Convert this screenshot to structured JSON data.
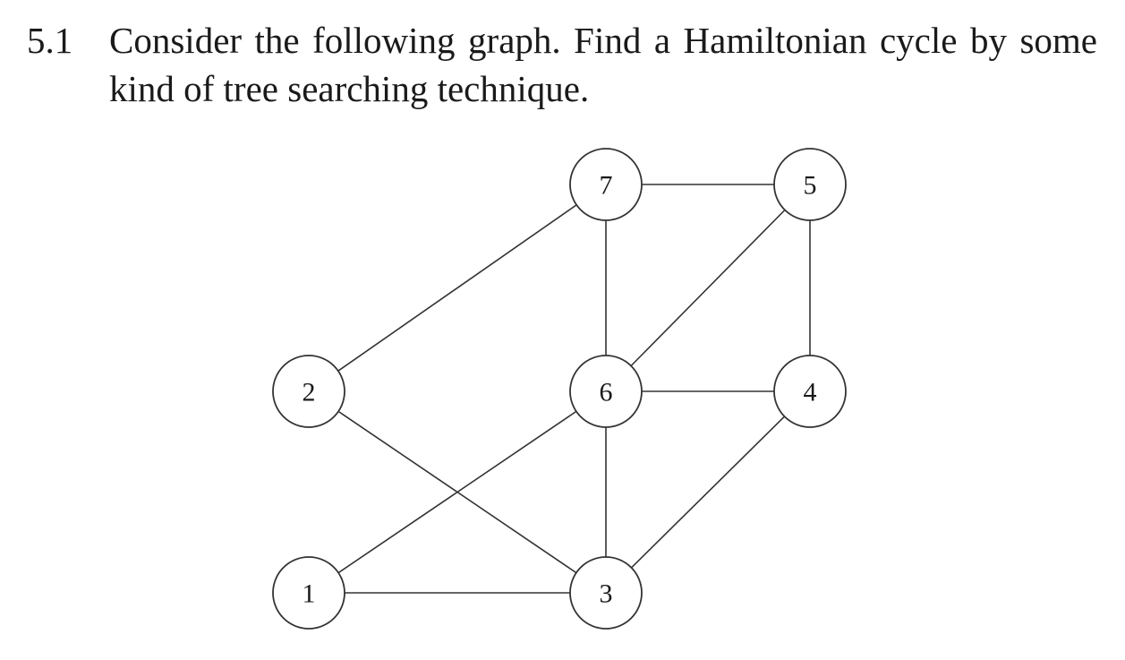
{
  "problem": {
    "number": "5.1",
    "text": "Consider the following graph. Find a Hamiltonian cycle by some kind of tree searching technique."
  },
  "graph": {
    "nodes": [
      {
        "id": "1",
        "label": "1"
      },
      {
        "id": "2",
        "label": "2"
      },
      {
        "id": "3",
        "label": "3"
      },
      {
        "id": "4",
        "label": "4"
      },
      {
        "id": "5",
        "label": "5"
      },
      {
        "id": "6",
        "label": "6"
      },
      {
        "id": "7",
        "label": "7"
      }
    ],
    "edges": [
      [
        "7",
        "5"
      ],
      [
        "7",
        "2"
      ],
      [
        "7",
        "6"
      ],
      [
        "5",
        "6"
      ],
      [
        "5",
        "4"
      ],
      [
        "6",
        "4"
      ],
      [
        "2",
        "3"
      ],
      [
        "6",
        "1"
      ],
      [
        "6",
        "3"
      ],
      [
        "1",
        "3"
      ],
      [
        "4",
        "3"
      ]
    ]
  }
}
